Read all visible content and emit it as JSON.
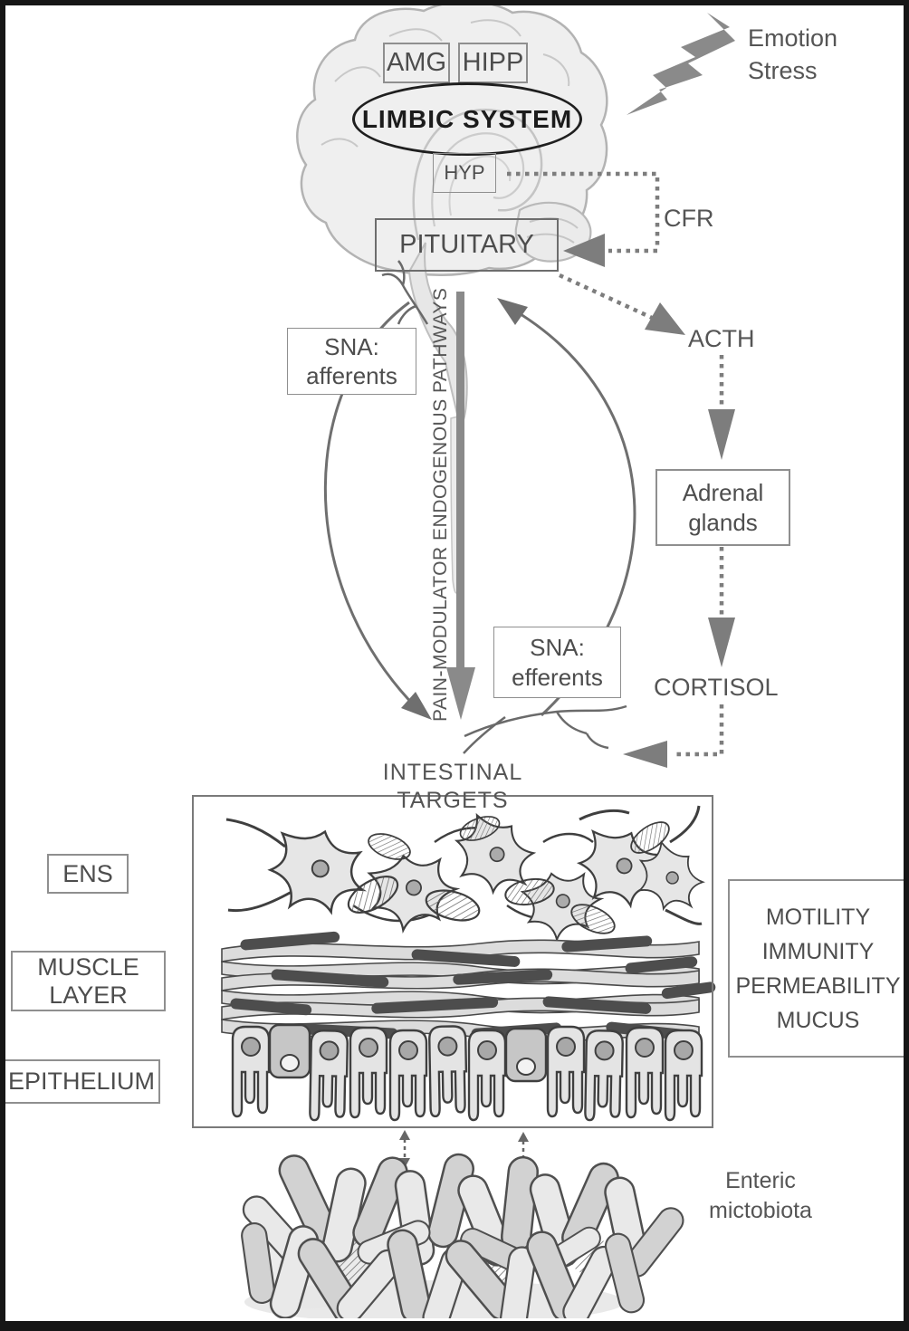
{
  "colors": {
    "ink": "#4f4f4f",
    "dotted_line": "#7d7d7d",
    "artwork_outline": "#3f3f3f",
    "bolt": "#8a8a8a",
    "box_border": "#8f8f8f"
  },
  "brain": {
    "amg": "AMG",
    "hipp": "HIPP",
    "limbic": "LIMBIC SYSTEM",
    "hyp": "HYP"
  },
  "stressor": {
    "line1": "Emotion",
    "line2": "Stress"
  },
  "hpa": {
    "cfr": "CFR",
    "pituitary": "PITUITARY",
    "acth": "ACTH",
    "adrenal_line1": "Adrenal",
    "adrenal_line2": "glands",
    "cortisol": "CORTISOL"
  },
  "sna": {
    "afferents_line1": "SNA:",
    "afferents_line2": "afferents",
    "efferents_line1": "SNA:",
    "efferents_line2": "efferents"
  },
  "pathways_label": "PAIN-MODULATOR ENDOGENOUS PATHWAYS",
  "intestine": {
    "title": "INTESTINAL TARGETS",
    "ens": "ENS",
    "muscle_line1": "MUSCLE",
    "muscle_line2": "LAYER",
    "epithelium": "EPITHELIUM"
  },
  "outcomes": {
    "line1": "MOTILITY",
    "line2": "IMMUNITY",
    "line3": "PERMEABILITY",
    "line4": "MUCUS"
  },
  "microbiota": {
    "line1": "Enteric",
    "line2": "mictobiota"
  }
}
